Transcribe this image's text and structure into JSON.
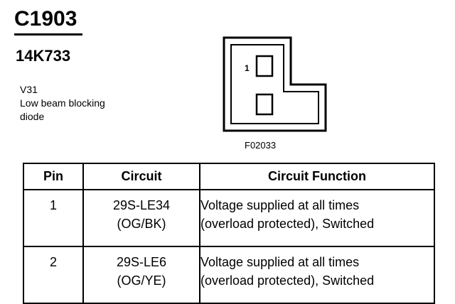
{
  "connector": {
    "id": "C1903",
    "part_number": "14K733",
    "location_code": "V31",
    "description_line1": "Low beam blocking",
    "description_line2": "diode",
    "figure_id": "F02033",
    "pin_label": "1"
  },
  "table": {
    "headers": [
      "Pin",
      "Circuit",
      "Circuit Function"
    ],
    "rows": [
      {
        "pin": "1",
        "circuit_line1": "29S-LE34",
        "circuit_line2": "(OG/BK)",
        "function_line1": "Voltage supplied at all times",
        "function_line2": "(overload protected), Switched"
      },
      {
        "pin": "2",
        "circuit_line1": "29S-LE6",
        "circuit_line2": "(OG/YE)",
        "function_line1": "Voltage supplied at all times",
        "function_line2": "(overload protected), Switched"
      }
    ]
  }
}
